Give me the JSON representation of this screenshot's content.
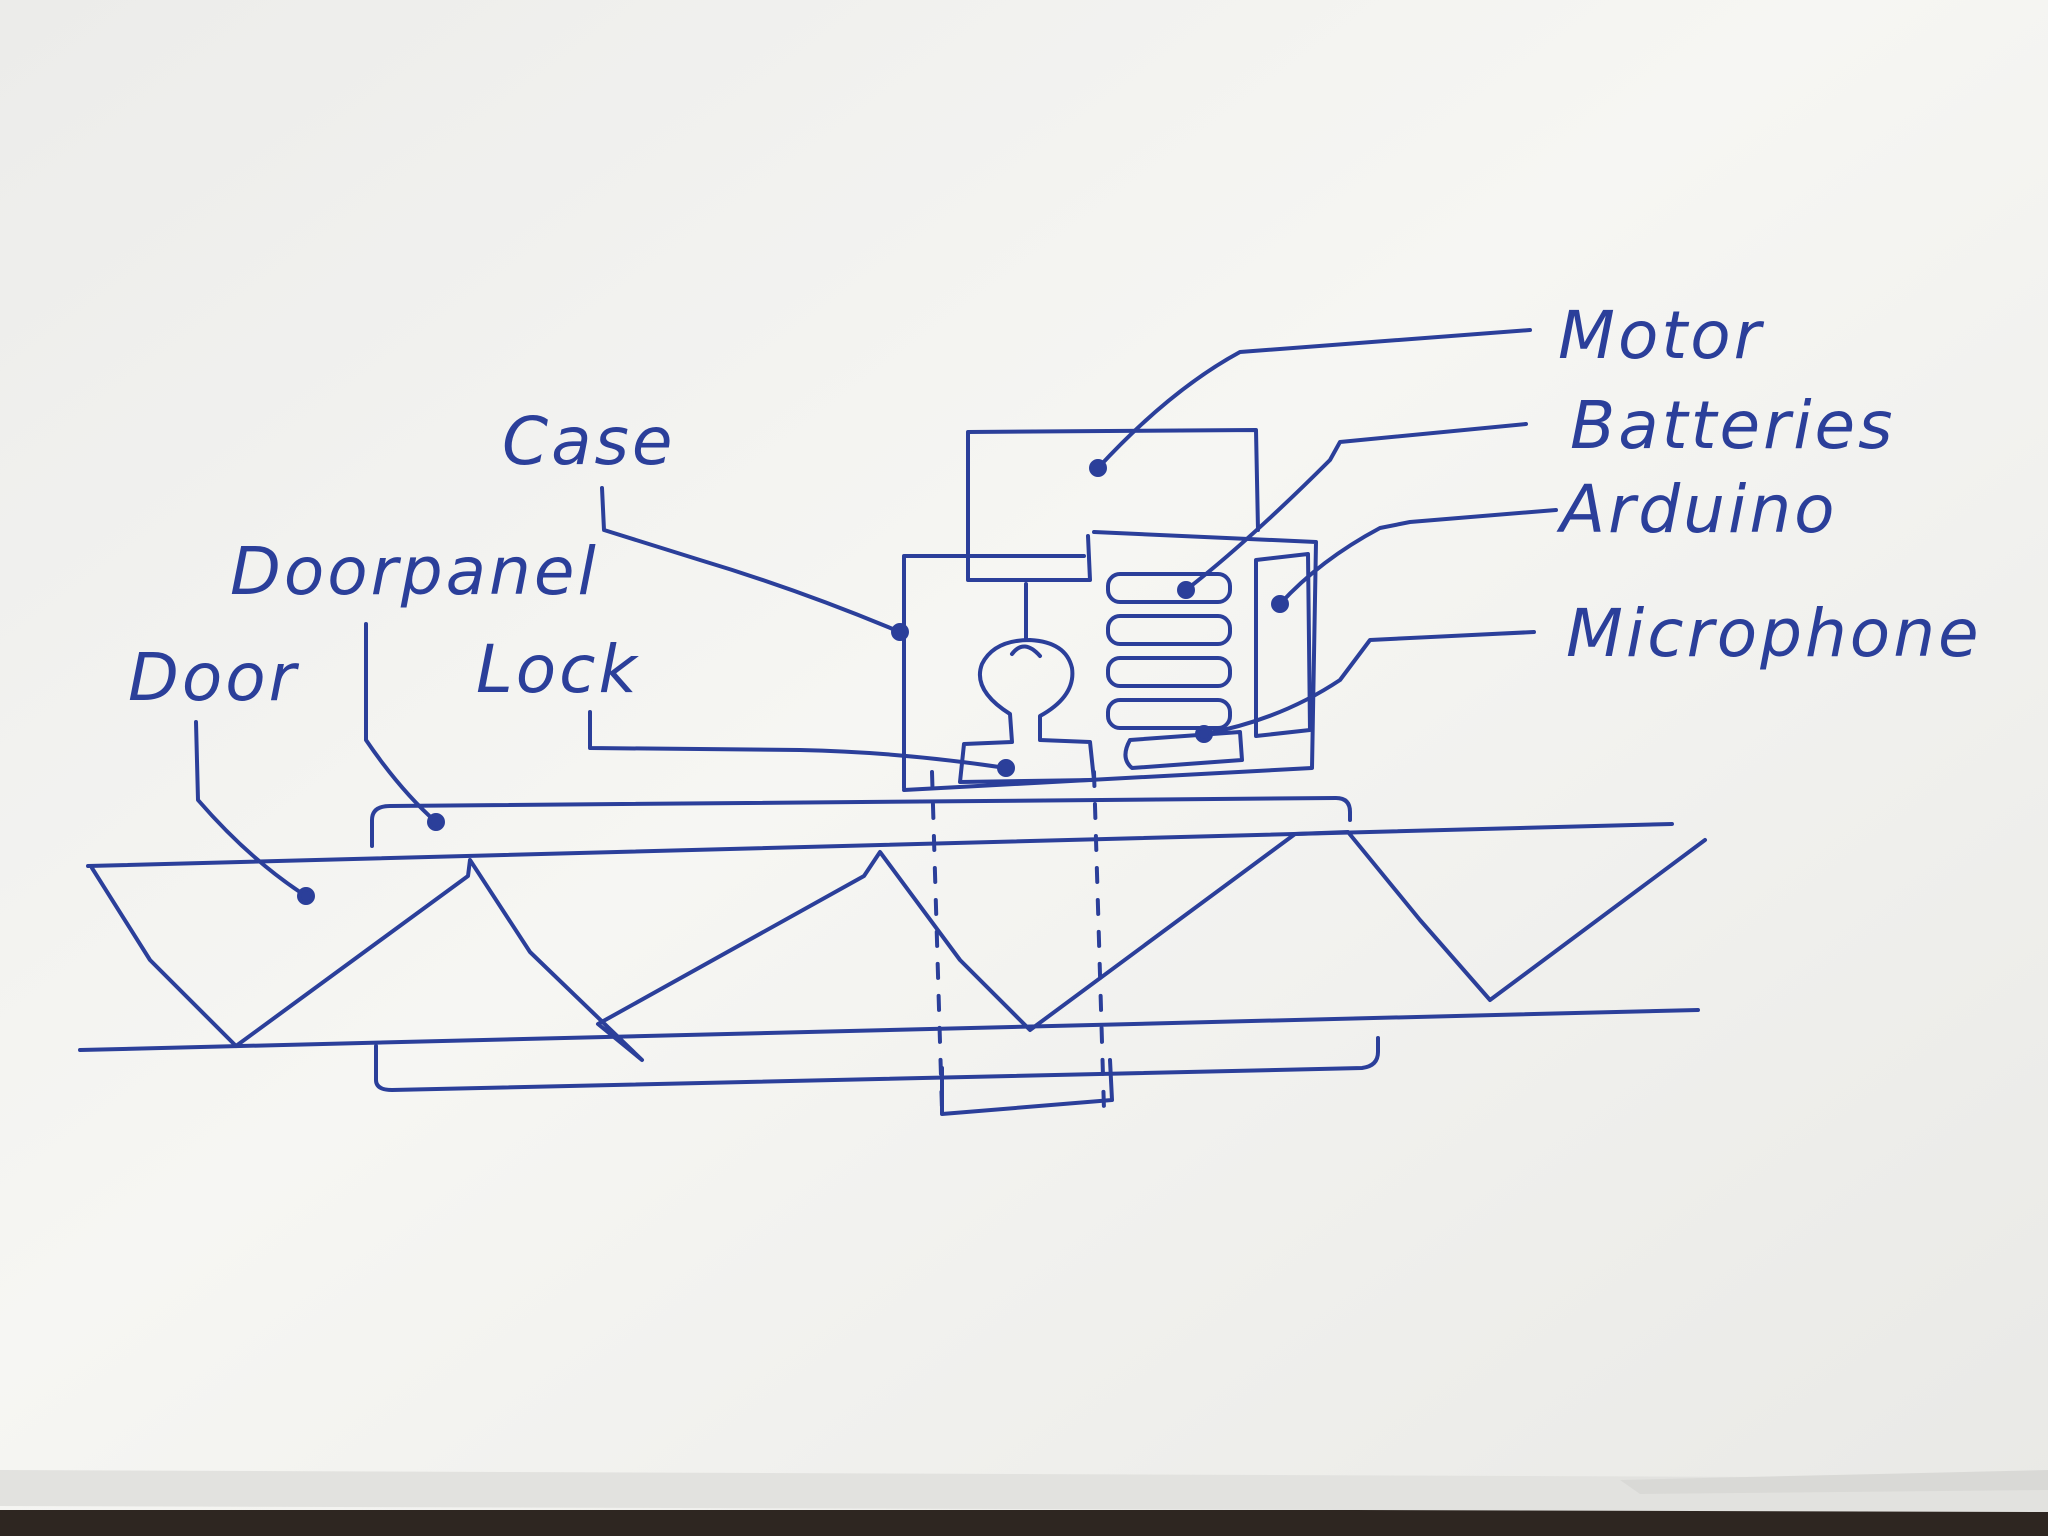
{
  "labels": {
    "motor": "Motor",
    "batteries": "Batteries",
    "arduino": "Arduino",
    "microphone": "Microphone",
    "case": "Case",
    "doorpanel": "Doorpanel",
    "door": "Door",
    "lock": "Lock"
  },
  "colors": {
    "ink": "#2b3f9a",
    "paper": "#f4f4f1",
    "desk": "#2e2621"
  }
}
